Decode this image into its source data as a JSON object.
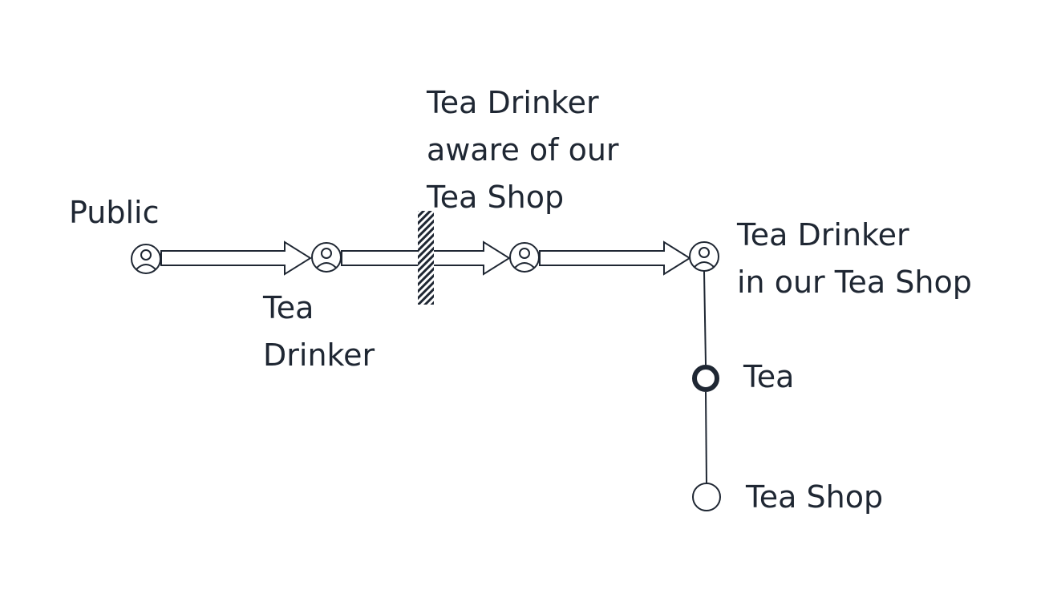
{
  "nodes": {
    "public": {
      "label": "Public",
      "icon": "person-icon"
    },
    "tea_drinker": {
      "label_lines": [
        "Tea",
        "Drinker"
      ],
      "icon": "person-icon"
    },
    "aware": {
      "label_lines": [
        "Tea Drinker",
        "aware of our",
        "Tea Shop"
      ],
      "icon": "person-icon"
    },
    "in_shop": {
      "label_lines": [
        "Tea Drinker",
        "in our Tea Shop"
      ],
      "icon": "person-icon"
    },
    "tea": {
      "label": "Tea",
      "icon": "bold-ring-icon"
    },
    "tea_shop": {
      "label": "Tea Shop",
      "icon": "ring-icon"
    }
  },
  "colors": {
    "ink": "#1f2733",
    "background": "#ffffff"
  }
}
